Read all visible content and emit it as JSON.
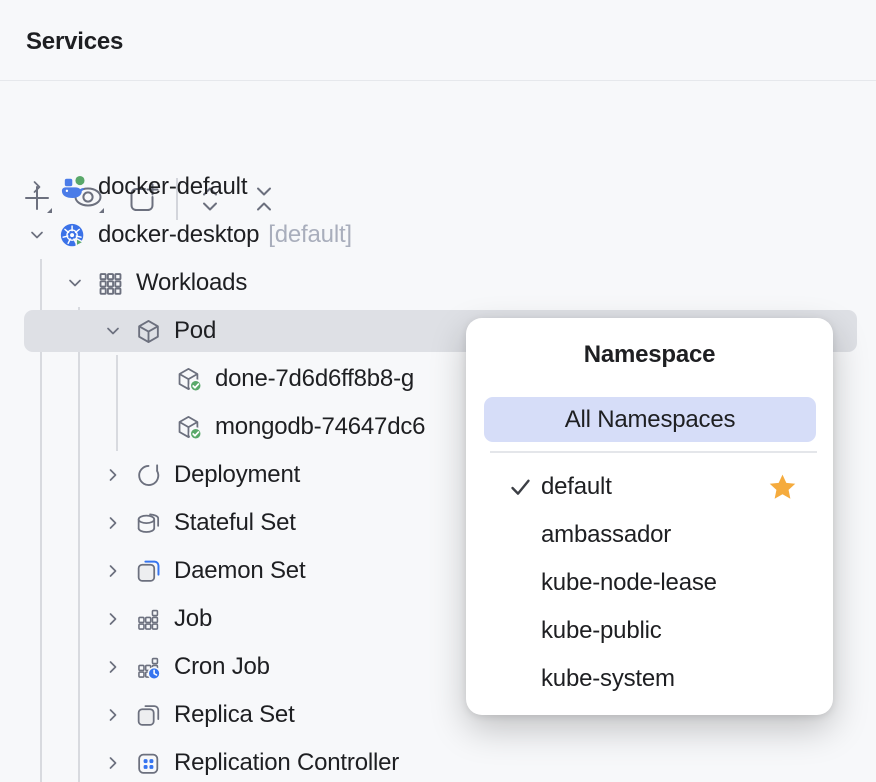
{
  "window": {
    "title": "Services"
  },
  "toolbar": {
    "buttons": [
      {
        "name": "add-service",
        "icon": "plus-dropdown"
      },
      {
        "name": "view-options",
        "icon": "eye-dropdown"
      },
      {
        "name": "open-in-new-tab",
        "icon": "tab-plus"
      },
      {
        "name": "expand-all",
        "icon": "chevrons-apart"
      },
      {
        "name": "collapse-all",
        "icon": "chevrons-together"
      }
    ]
  },
  "tree": {
    "items": [
      {
        "label": "docker-default",
        "icon": "docker",
        "level": 0,
        "state": "collapsed"
      },
      {
        "label": "docker-desktop",
        "suffix": "[default]",
        "icon": "kubernetes",
        "level": 0,
        "state": "expanded"
      },
      {
        "label": "Workloads",
        "icon": "workloads-grid",
        "level": 1,
        "state": "expanded"
      },
      {
        "label": "Pod",
        "icon": "pod-cube",
        "level": 2,
        "state": "expanded",
        "selected": true
      },
      {
        "label": "done-7d6d6ff8b8-g",
        "icon": "pod-running",
        "level": 3
      },
      {
        "label": "mongodb-74647dc6",
        "icon": "pod-running",
        "level": 3
      },
      {
        "label": "Deployment",
        "icon": "deployment",
        "level": 2,
        "state": "collapsed"
      },
      {
        "label": "Stateful Set",
        "icon": "stateful-set",
        "level": 2,
        "state": "collapsed"
      },
      {
        "label": "Daemon Set",
        "icon": "daemon-set",
        "level": 2,
        "state": "collapsed"
      },
      {
        "label": "Job",
        "icon": "job",
        "level": 2,
        "state": "collapsed"
      },
      {
        "label": "Cron Job",
        "icon": "cron-job",
        "level": 2,
        "state": "collapsed"
      },
      {
        "label": "Replica Set",
        "icon": "replica-set",
        "level": 2,
        "state": "collapsed"
      },
      {
        "label": "Replication Controller",
        "icon": "replication-controller",
        "level": 2,
        "state": "collapsed"
      }
    ]
  },
  "popup": {
    "title": "Namespace",
    "all_namespaces": "All Namespaces",
    "items": [
      {
        "label": "default",
        "checked": true,
        "starred": true
      },
      {
        "label": "ambassador"
      },
      {
        "label": "kube-node-lease"
      },
      {
        "label": "kube-public"
      },
      {
        "label": "kube-system"
      }
    ]
  },
  "colors": {
    "accent_blue": "#3574F0",
    "status_green": "#59A869",
    "star_orange": "#F5AB3D",
    "selection_gray": "#DEE0E5",
    "popup_highlight": "#D6DDF8",
    "docker_blue": "#4B7CE8",
    "kubernetes_blue": "#3B72E8",
    "icon_gray": "#6C707E"
  }
}
